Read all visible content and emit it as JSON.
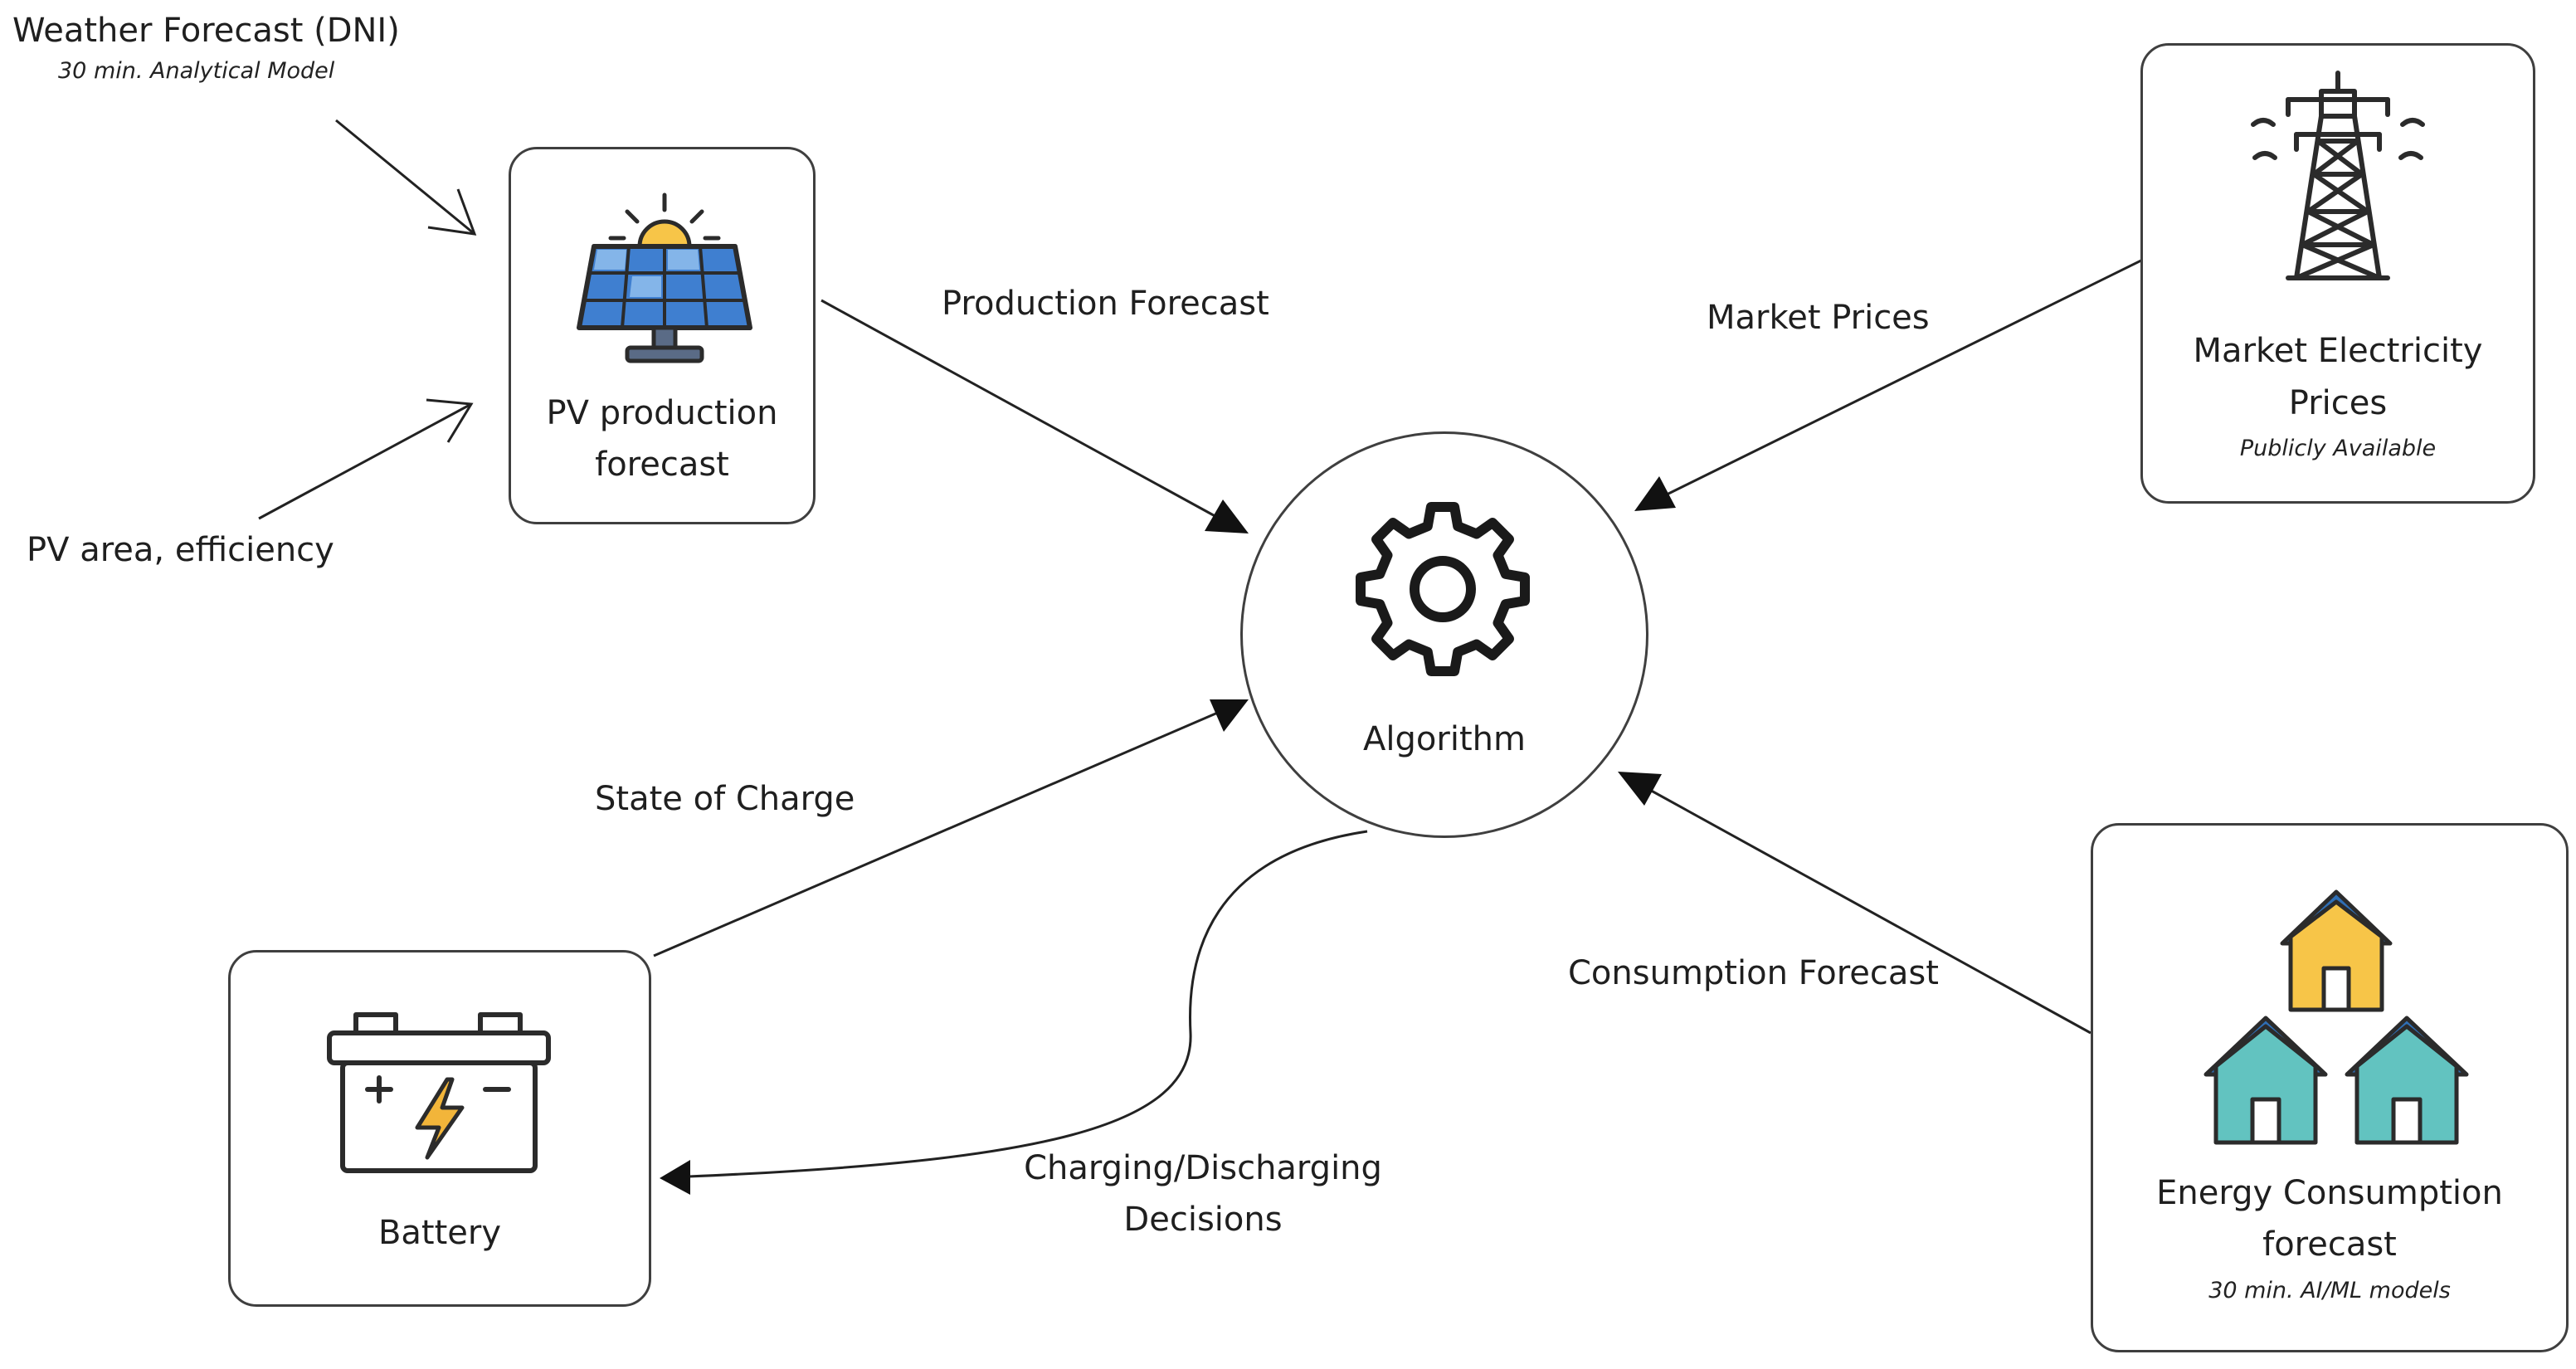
{
  "inputs": {
    "weather": {
      "title": "Weather Forecast (DNI)",
      "subtitle": "30 min. Analytical Model"
    },
    "pv_area": "PV area, efficiency"
  },
  "nodes": {
    "pv": {
      "line1": "PV production",
      "line2": "forecast",
      "icon": "solar-panel-icon"
    },
    "market": {
      "line1": "Market Electricity",
      "line2": "Prices",
      "subtitle": "Publicly Available",
      "icon": "power-tower-icon"
    },
    "algorithm": {
      "label": "Algorithm",
      "icon": "gear-icon"
    },
    "battery": {
      "label": "Battery",
      "icon": "battery-icon"
    },
    "consumption": {
      "line1": "Energy Consumption",
      "line2": "forecast",
      "subtitle": "30 min. AI/ML models",
      "icon": "houses-icon"
    }
  },
  "edges": {
    "production": "Production Forecast",
    "market": "Market Prices",
    "soc": "State of Charge",
    "consumption": "Consumption Forecast",
    "decisions_line1": "Charging/Discharging",
    "decisions_line2": "Decisions"
  },
  "colors": {
    "stroke": "#2b2b2b",
    "solar_blue": "#3f7fd0",
    "solar_light": "#9cc7f2",
    "sun": "#f7c548",
    "battery_bolt": "#f2b53a",
    "house_yellow": "#f7c548",
    "house_teal": "#62c3c0",
    "roof_blue": "#2f6fb5"
  }
}
